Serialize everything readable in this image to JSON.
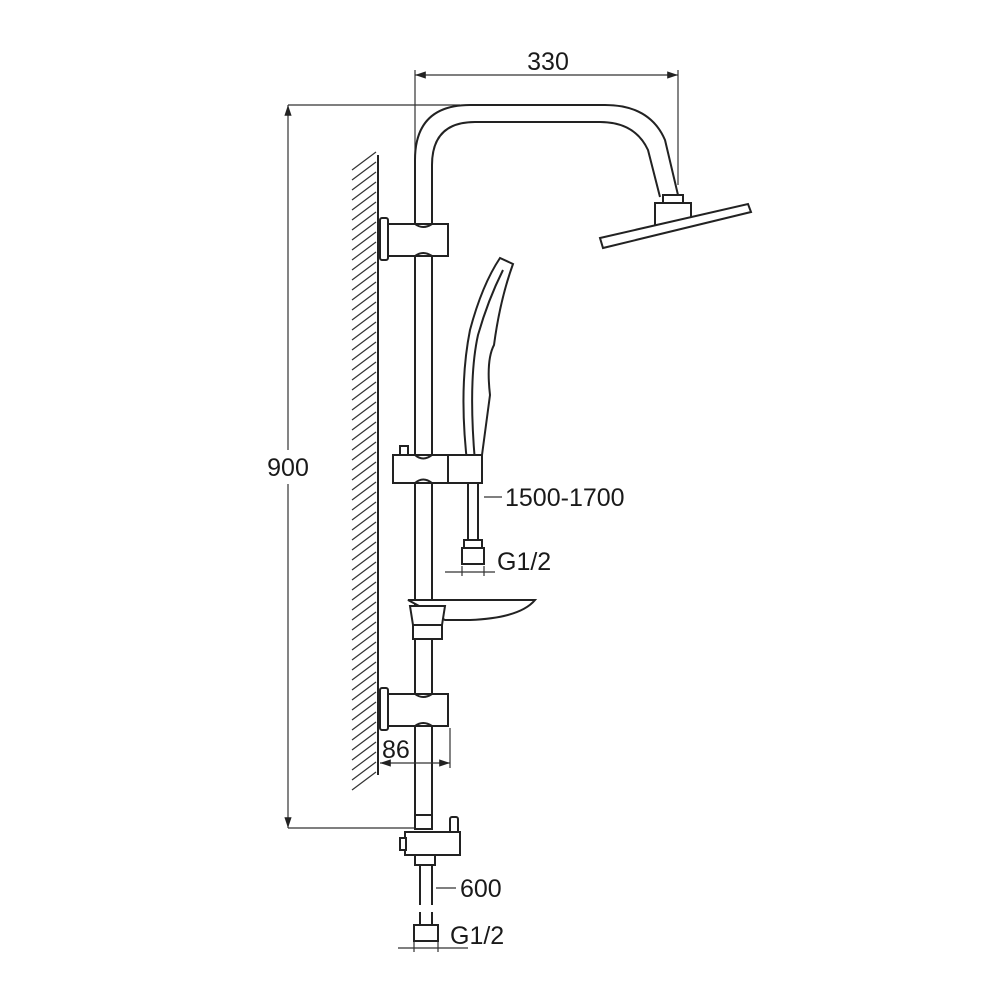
{
  "title": "Shower column dimension drawing",
  "dimensions": {
    "head_reach": "330",
    "total_height": "900",
    "hand_hose_length": "1500-1700",
    "hand_hose_thread": "G1/2",
    "wall_offset": "86",
    "inlet_hose_length": "600",
    "inlet_thread": "G1/2"
  },
  "colors": {
    "line": "#222222",
    "background": "#ffffff"
  }
}
